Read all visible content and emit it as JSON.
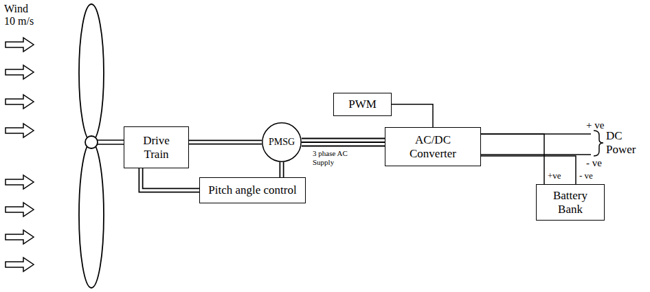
{
  "diagram": {
    "nodes": [
      {
        "text": [
          "Drive Train"
        ]
      },
      {
        "text": [
          "PMSG"
        ]
      },
      {
        "text": [
          "Pitch angle control"
        ]
      },
      {
        "text": [
          "PWM"
        ]
      },
      {
        "text": [
          "AC/DC Converter"
        ]
      },
      {
        "text": [
          "Battery Bank"
        ]
      }
    ],
    "edges": [
      {
        "from": 0,
        "to": 1,
        "arrow": "none"
      },
      {
        "from": 0,
        "to": 2,
        "arrow": "none"
      },
      {
        "from": 1,
        "to": 2,
        "arrow": "none"
      },
      {
        "from": 1,
        "to": 4,
        "label": "3 phase AC Supply",
        "arrow": "none"
      },
      {
        "from": 3,
        "to": 4,
        "arrow": "none"
      },
      {
        "from": 4,
        "to": 5,
        "arrow": "none"
      },
      {
        "from": 4,
        "to": 5,
        "arrow": "none"
      }
    ],
    "labels": [
      "Wind 10 m/s",
      "+ ve",
      "- ve",
      "DC Power",
      "+ve",
      "- ve"
    ]
  }
}
